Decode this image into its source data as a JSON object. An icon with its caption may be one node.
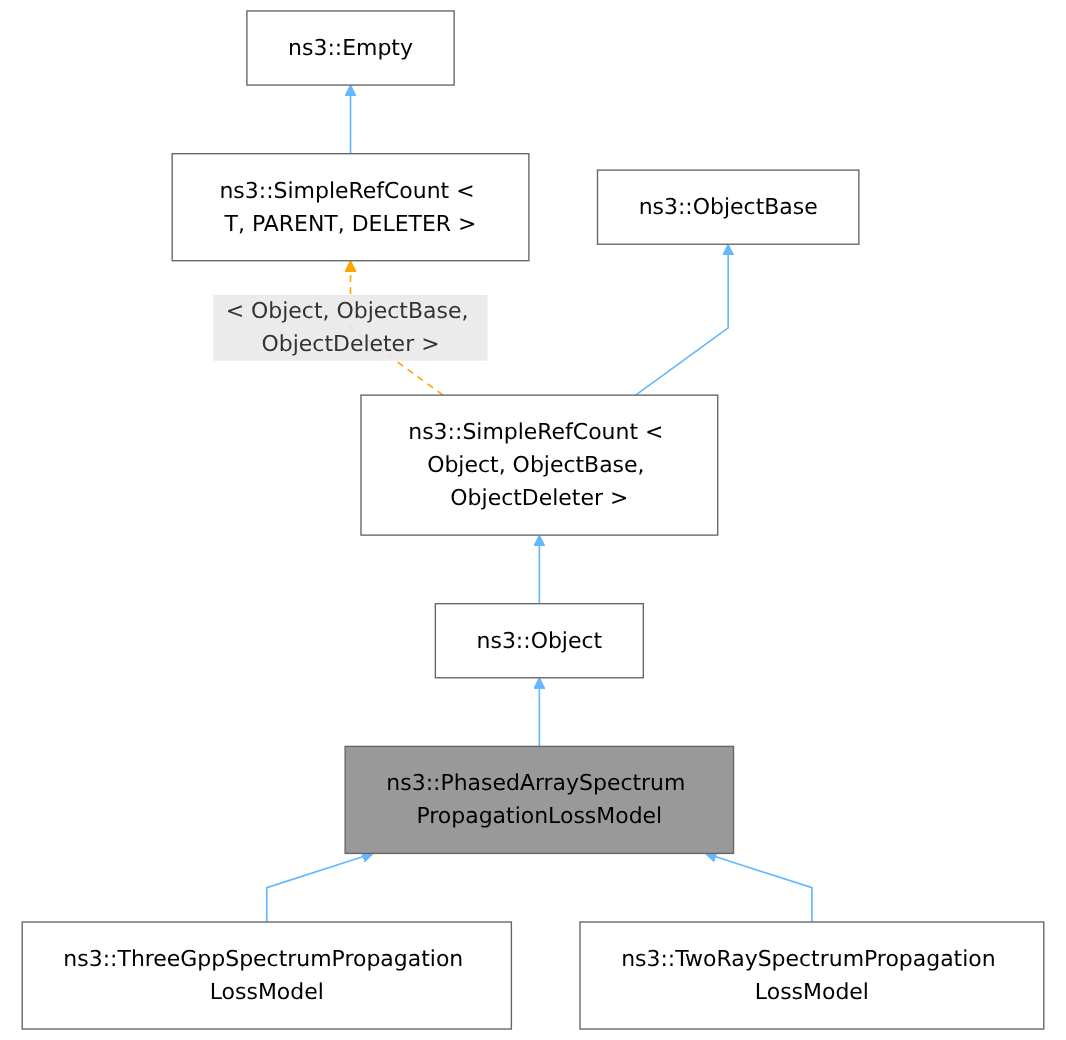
{
  "diagram": {
    "nodes": [
      {
        "text": [
          "ns3::Empty"
        ]
      },
      {
        "text": [
          "ns3::SimpleRefCount < T, PARENT, DELETER >"
        ]
      },
      {
        "text": [
          "ns3::ObjectBase"
        ]
      },
      {
        "text": [
          "ns3::SimpleRefCount < Object, ObjectBase, ObjectDeleter >"
        ]
      },
      {
        "text": [
          "ns3::Object"
        ]
      },
      {
        "text": [
          "ns3::PhasedArraySpectrum PropagationLossModel"
        ]
      },
      {
        "text": [
          "ns3::ThreeGppSpectrumPropagation LossModel"
        ]
      },
      {
        "text": [
          "ns3::TwoRaySpectrumPropagation LossModel"
        ]
      }
    ],
    "edges": [
      {
        "from": 1,
        "to": 0,
        "arrow": "to"
      },
      {
        "from": 3,
        "to": 2,
        "arrow": "to"
      },
      {
        "from": 3,
        "to": 1,
        "arrow": "to",
        "label": "< Object, ObjectBase, ObjectDeleter >",
        "style": "dashed",
        "color": "#ffa500"
      },
      {
        "from": 4,
        "to": 3,
        "arrow": "to"
      },
      {
        "from": 5,
        "to": 4,
        "arrow": "to"
      },
      {
        "from": 6,
        "to": 5,
        "arrow": "to"
      },
      {
        "from": 7,
        "to": 5,
        "arrow": "to"
      }
    ]
  }
}
